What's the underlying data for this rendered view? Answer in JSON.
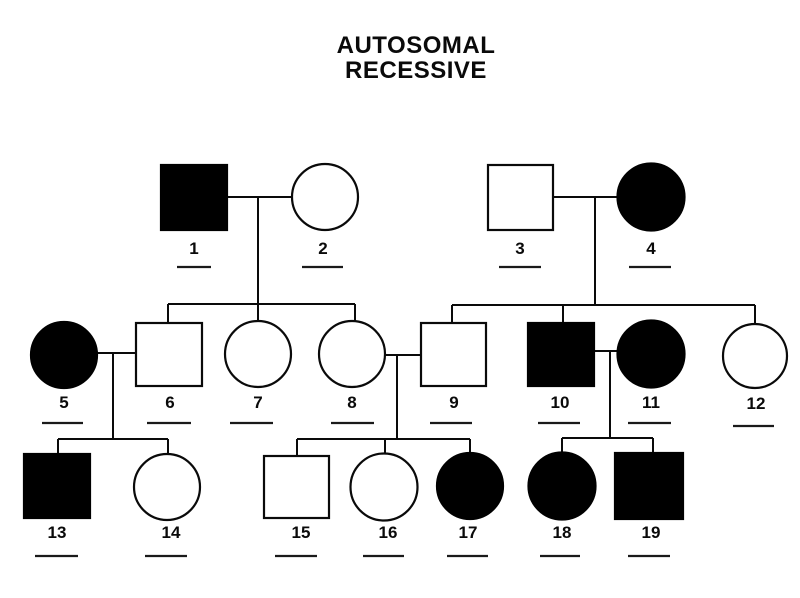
{
  "title": {
    "line1": "AUTOSOMAL",
    "line2": "RECESSIVE"
  },
  "colors": {
    "affected_fill": "#000000",
    "unaffected_fill": "#ffffff",
    "line": "#0a0a0a",
    "background": "#ffffff"
  },
  "chart_type": "pedigree",
  "individuals": [
    {
      "label": "1",
      "sex": "male",
      "affected": true,
      "generation": 1
    },
    {
      "label": "2",
      "sex": "female",
      "affected": false,
      "generation": 1
    },
    {
      "label": "3",
      "sex": "male",
      "affected": false,
      "generation": 1
    },
    {
      "label": "4",
      "sex": "female",
      "affected": true,
      "generation": 1
    },
    {
      "label": "5",
      "sex": "female",
      "affected": true,
      "generation": 2
    },
    {
      "label": "6",
      "sex": "male",
      "affected": false,
      "generation": 2
    },
    {
      "label": "7",
      "sex": "female",
      "affected": false,
      "generation": 2
    },
    {
      "label": "8",
      "sex": "female",
      "affected": false,
      "generation": 2
    },
    {
      "label": "9",
      "sex": "male",
      "affected": false,
      "generation": 2
    },
    {
      "label": "10",
      "sex": "male",
      "affected": true,
      "generation": 2
    },
    {
      "label": "11",
      "sex": "female",
      "affected": true,
      "generation": 2
    },
    {
      "label": "12",
      "sex": "female",
      "affected": false,
      "generation": 2
    },
    {
      "label": "13",
      "sex": "male",
      "affected": true,
      "generation": 3
    },
    {
      "label": "14",
      "sex": "female",
      "affected": false,
      "generation": 3
    },
    {
      "label": "15",
      "sex": "male",
      "affected": false,
      "generation": 3
    },
    {
      "label": "16",
      "sex": "female",
      "affected": false,
      "generation": 3
    },
    {
      "label": "17",
      "sex": "female",
      "affected": true,
      "generation": 3
    },
    {
      "label": "18",
      "sex": "female",
      "affected": true,
      "generation": 3
    },
    {
      "label": "19",
      "sex": "male",
      "affected": true,
      "generation": 3
    }
  ],
  "relationships": {
    "couples": [
      {
        "partners": [
          "1",
          "2"
        ],
        "children": [
          "6",
          "7",
          "8"
        ]
      },
      {
        "partners": [
          "3",
          "4"
        ],
        "children": [
          "9",
          "10",
          "12"
        ]
      },
      {
        "partners": [
          "5",
          "6"
        ],
        "children": [
          "13",
          "14"
        ]
      },
      {
        "partners": [
          "8",
          "9"
        ],
        "children": [
          "15",
          "16",
          "17"
        ]
      },
      {
        "partners": [
          "10",
          "11"
        ],
        "children": [
          "18",
          "19"
        ]
      }
    ],
    "blank_genotype_line_under_each_individual": true
  }
}
